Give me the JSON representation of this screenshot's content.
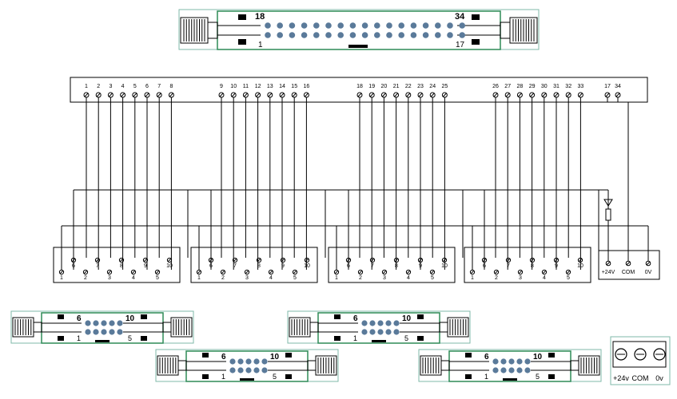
{
  "colors": {
    "wire": "#000000",
    "pin": "#5a7a9a",
    "connector_outline": "#2e8b57",
    "cable_outline": "#7fb8a8",
    "latch": "#000000"
  },
  "main_connector": {
    "top_left_label": "18",
    "top_right_label": "34",
    "bottom_left_label": "1",
    "bottom_right_label": "17"
  },
  "terminal_strip": {
    "groups": [
      [
        "1",
        "2",
        "3",
        "4",
        "5",
        "6",
        "7",
        "8"
      ],
      [
        "9",
        "10",
        "11",
        "12",
        "13",
        "14",
        "15",
        "16"
      ],
      [
        "18",
        "19",
        "20",
        "21",
        "22",
        "23",
        "24",
        "25"
      ],
      [
        "26",
        "27",
        "28",
        "29",
        "30",
        "31",
        "32",
        "33"
      ]
    ],
    "power_pins": [
      "17",
      "34"
    ]
  },
  "sub_terminal": {
    "upper_row": [
      "6",
      "7",
      "8",
      "9",
      "10"
    ],
    "lower_row": [
      "1",
      "2",
      "3",
      "4",
      "5"
    ]
  },
  "power_block": {
    "labels": [
      "+24V",
      "COM",
      "0V"
    ]
  },
  "small_connector": {
    "top_left_label": "6",
    "top_right_label": "10",
    "bottom_left_label": "1",
    "bottom_right_label": "5"
  },
  "power_connector": {
    "labels": [
      "+24v",
      "COM",
      "0v"
    ]
  }
}
